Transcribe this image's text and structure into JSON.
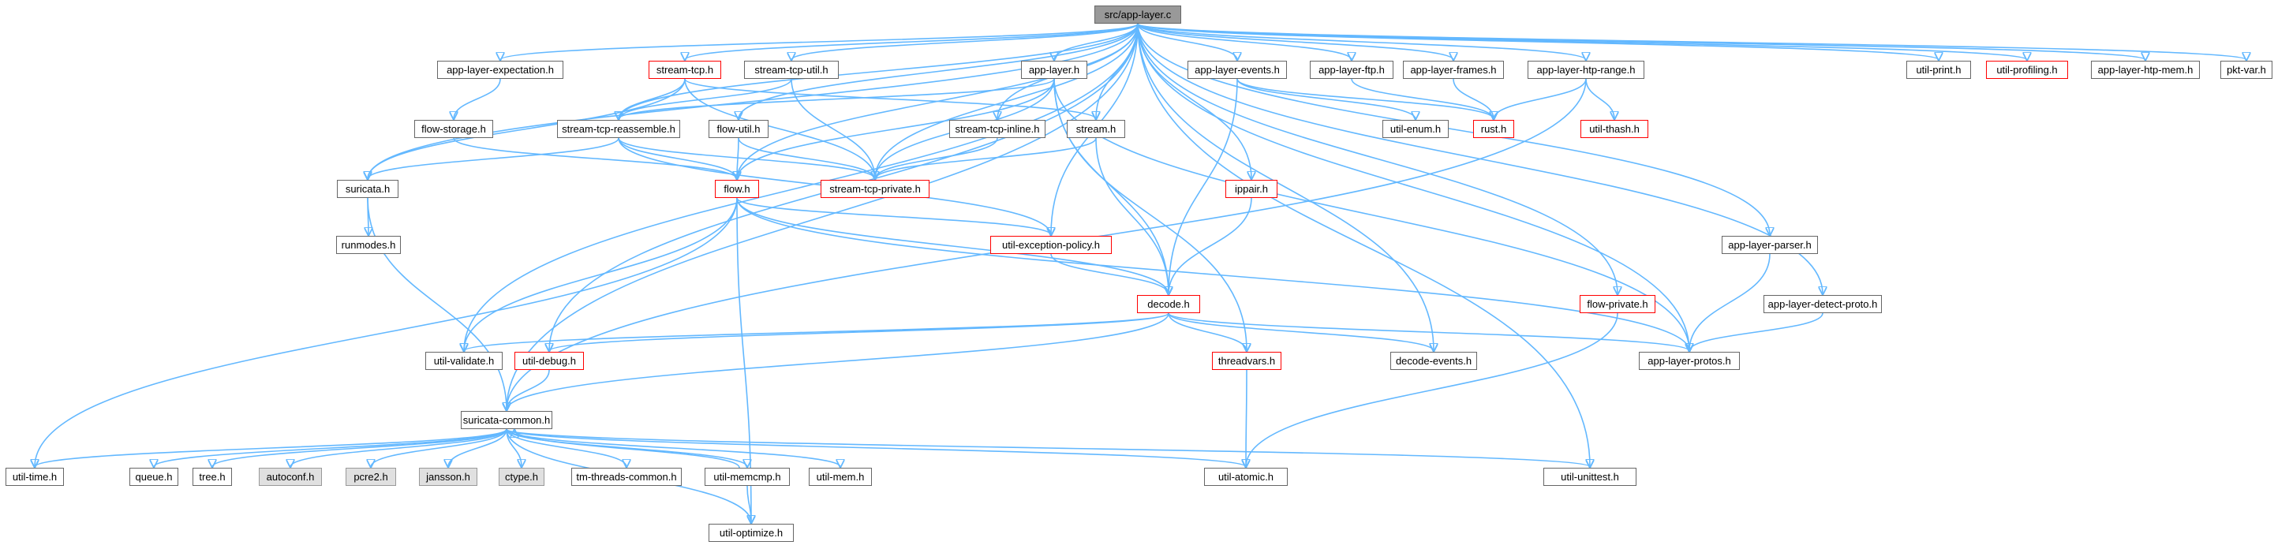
{
  "style": {
    "edge_color": "#63b8ff",
    "node_border": "#666666",
    "truncated_border": "#ff0000",
    "system_fill": "#e0e0e0",
    "root_fill": "#999999"
  },
  "nodes": {
    "n0": {
      "label": "src/app-layer.c",
      "kind": "root"
    },
    "n1": {
      "label": "app-layer-expectation.h",
      "kind": "normal"
    },
    "n2": {
      "label": "stream-tcp.h",
      "kind": "trunc"
    },
    "n3": {
      "label": "stream-tcp-util.h",
      "kind": "normal"
    },
    "n4": {
      "label": "app-layer.h",
      "kind": "normal"
    },
    "n5": {
      "label": "app-layer-events.h",
      "kind": "normal"
    },
    "n6": {
      "label": "app-layer-ftp.h",
      "kind": "normal"
    },
    "n7": {
      "label": "app-layer-frames.h",
      "kind": "normal"
    },
    "n8": {
      "label": "app-layer-htp-range.h",
      "kind": "normal"
    },
    "n9": {
      "label": "util-print.h",
      "kind": "normal"
    },
    "n10": {
      "label": "util-profiling.h",
      "kind": "trunc"
    },
    "n11": {
      "label": "app-layer-htp-mem.h",
      "kind": "normal"
    },
    "n12": {
      "label": "pkt-var.h",
      "kind": "normal"
    },
    "n13": {
      "label": "flow-storage.h",
      "kind": "normal"
    },
    "n14": {
      "label": "stream-tcp-reassemble.h",
      "kind": "normal"
    },
    "n15": {
      "label": "flow-util.h",
      "kind": "normal"
    },
    "n16": {
      "label": "stream-tcp-inline.h",
      "kind": "normal"
    },
    "n17": {
      "label": "stream.h",
      "kind": "normal"
    },
    "n18": {
      "label": "util-enum.h",
      "kind": "normal"
    },
    "n19": {
      "label": "rust.h",
      "kind": "trunc"
    },
    "n20": {
      "label": "util-thash.h",
      "kind": "trunc"
    },
    "n21": {
      "label": "suricata.h",
      "kind": "normal"
    },
    "n22": {
      "label": "flow.h",
      "kind": "trunc"
    },
    "n23": {
      "label": "stream-tcp-private.h",
      "kind": "trunc"
    },
    "n24": {
      "label": "ippair.h",
      "kind": "trunc"
    },
    "n25": {
      "label": "runmodes.h",
      "kind": "normal"
    },
    "n26": {
      "label": "util-exception-policy.h",
      "kind": "trunc"
    },
    "n27": {
      "label": "app-layer-parser.h",
      "kind": "normal"
    },
    "n28": {
      "label": "decode.h",
      "kind": "trunc"
    },
    "n29": {
      "label": "flow-private.h",
      "kind": "trunc"
    },
    "n30": {
      "label": "app-layer-detect-proto.h",
      "kind": "normal"
    },
    "n31": {
      "label": "util-validate.h",
      "kind": "normal"
    },
    "n32": {
      "label": "util-debug.h",
      "kind": "trunc"
    },
    "n33": {
      "label": "threadvars.h",
      "kind": "trunc"
    },
    "n34": {
      "label": "decode-events.h",
      "kind": "normal"
    },
    "n35": {
      "label": "app-layer-protos.h",
      "kind": "normal"
    },
    "n36": {
      "label": "suricata-common.h",
      "kind": "normal"
    },
    "n37": {
      "label": "util-time.h",
      "kind": "normal"
    },
    "n38": {
      "label": "queue.h",
      "kind": "normal"
    },
    "n39": {
      "label": "tree.h",
      "kind": "normal"
    },
    "n40": {
      "label": "autoconf.h",
      "kind": "sys"
    },
    "n41": {
      "label": "pcre2.h",
      "kind": "sys"
    },
    "n42": {
      "label": "jansson.h",
      "kind": "sys"
    },
    "n43": {
      "label": "ctype.h",
      "kind": "sys"
    },
    "n44": {
      "label": "tm-threads-common.h",
      "kind": "normal"
    },
    "n45": {
      "label": "util-memcmp.h",
      "kind": "normal"
    },
    "n46": {
      "label": "util-mem.h",
      "kind": "normal"
    },
    "n47": {
      "label": "util-atomic.h",
      "kind": "normal"
    },
    "n48": {
      "label": "util-unittest.h",
      "kind": "normal"
    },
    "n49": {
      "label": "util-optimize.h",
      "kind": "normal"
    }
  },
  "edges": [
    [
      "n0",
      "n1"
    ],
    [
      "n0",
      "n2"
    ],
    [
      "n0",
      "n3"
    ],
    [
      "n0",
      "n4"
    ],
    [
      "n0",
      "n5"
    ],
    [
      "n0",
      "n6"
    ],
    [
      "n0",
      "n7"
    ],
    [
      "n0",
      "n8"
    ],
    [
      "n0",
      "n9"
    ],
    [
      "n0",
      "n10"
    ],
    [
      "n0",
      "n11"
    ],
    [
      "n0",
      "n12"
    ],
    [
      "n0",
      "n14"
    ],
    [
      "n0",
      "n15"
    ],
    [
      "n0",
      "n16"
    ],
    [
      "n0",
      "n17"
    ],
    [
      "n0",
      "n21"
    ],
    [
      "n0",
      "n22"
    ],
    [
      "n0",
      "n23"
    ],
    [
      "n0",
      "n24"
    ],
    [
      "n0",
      "n26"
    ],
    [
      "n0",
      "n27"
    ],
    [
      "n0",
      "n29"
    ],
    [
      "n0",
      "n30"
    ],
    [
      "n0",
      "n31"
    ],
    [
      "n0",
      "n32"
    ],
    [
      "n0",
      "n34"
    ],
    [
      "n0",
      "n35"
    ],
    [
      "n0",
      "n36"
    ],
    [
      "n0",
      "n48"
    ],
    [
      "n1",
      "n13"
    ],
    [
      "n13",
      "n22"
    ],
    [
      "n2",
      "n14"
    ],
    [
      "n2",
      "n21"
    ],
    [
      "n2",
      "n23"
    ],
    [
      "n2",
      "n17"
    ],
    [
      "n3",
      "n14"
    ],
    [
      "n3",
      "n23"
    ],
    [
      "n4",
      "n14"
    ],
    [
      "n4",
      "n22"
    ],
    [
      "n4",
      "n23"
    ],
    [
      "n4",
      "n28"
    ],
    [
      "n4",
      "n33"
    ],
    [
      "n4",
      "n35"
    ],
    [
      "n5",
      "n18"
    ],
    [
      "n5",
      "n19"
    ],
    [
      "n5",
      "n28"
    ],
    [
      "n6",
      "n19"
    ],
    [
      "n7",
      "n19"
    ],
    [
      "n8",
      "n19"
    ],
    [
      "n8",
      "n20"
    ],
    [
      "n8",
      "n36"
    ],
    [
      "n14",
      "n21"
    ],
    [
      "n14",
      "n22"
    ],
    [
      "n14",
      "n23"
    ],
    [
      "n14",
      "n26"
    ],
    [
      "n15",
      "n22"
    ],
    [
      "n15",
      "n23"
    ],
    [
      "n16",
      "n23"
    ],
    [
      "n17",
      "n23"
    ],
    [
      "n17",
      "n28"
    ],
    [
      "n21",
      "n25"
    ],
    [
      "n21",
      "n36"
    ],
    [
      "n22",
      "n26"
    ],
    [
      "n22",
      "n28"
    ],
    [
      "n22",
      "n31"
    ],
    [
      "n22",
      "n35"
    ],
    [
      "n22",
      "n37"
    ],
    [
      "n22",
      "n49"
    ],
    [
      "n24",
      "n28"
    ],
    [
      "n26",
      "n28"
    ],
    [
      "n27",
      "n35"
    ],
    [
      "n30",
      "n35"
    ],
    [
      "n28",
      "n31"
    ],
    [
      "n28",
      "n32"
    ],
    [
      "n28",
      "n33"
    ],
    [
      "n28",
      "n34"
    ],
    [
      "n28",
      "n35"
    ],
    [
      "n28",
      "n36"
    ],
    [
      "n29",
      "n47"
    ],
    [
      "n32",
      "n36"
    ],
    [
      "n33",
      "n47"
    ],
    [
      "n36",
      "n37"
    ],
    [
      "n36",
      "n38"
    ],
    [
      "n36",
      "n39"
    ],
    [
      "n36",
      "n40"
    ],
    [
      "n36",
      "n41"
    ],
    [
      "n36",
      "n42"
    ],
    [
      "n36",
      "n43"
    ],
    [
      "n36",
      "n44"
    ],
    [
      "n36",
      "n45"
    ],
    [
      "n36",
      "n46"
    ],
    [
      "n36",
      "n47"
    ],
    [
      "n36",
      "n48"
    ],
    [
      "n36",
      "n49"
    ],
    [
      "n45",
      "n36"
    ],
    [
      "n45",
      "n49"
    ]
  ]
}
